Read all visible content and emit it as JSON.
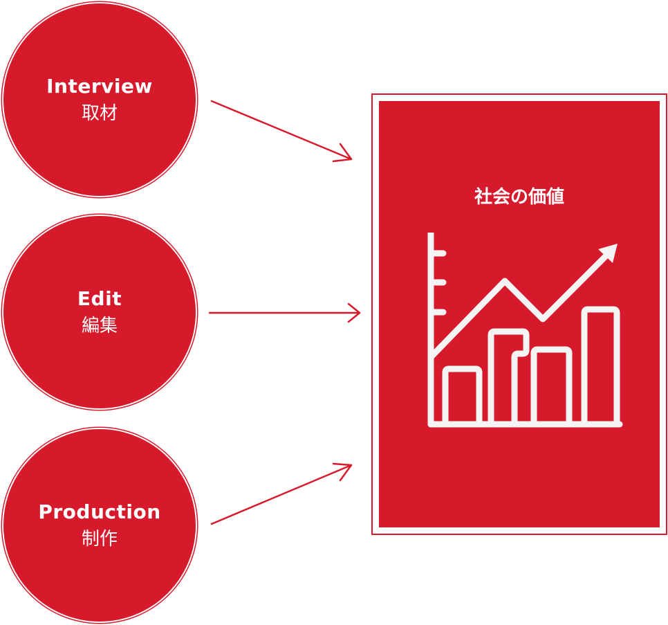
{
  "colors": {
    "accent": "#d71a2b",
    "icon": "#f4f4f4",
    "background": "#ffffff"
  },
  "inputs": [
    {
      "en": "Interview",
      "ja": "取材"
    },
    {
      "en": "Edit",
      "ja": "編集"
    },
    {
      "en": "Production",
      "ja": "制作"
    }
  ],
  "output": {
    "title": "社会の価値",
    "icon": "growth-bar-chart-icon"
  }
}
